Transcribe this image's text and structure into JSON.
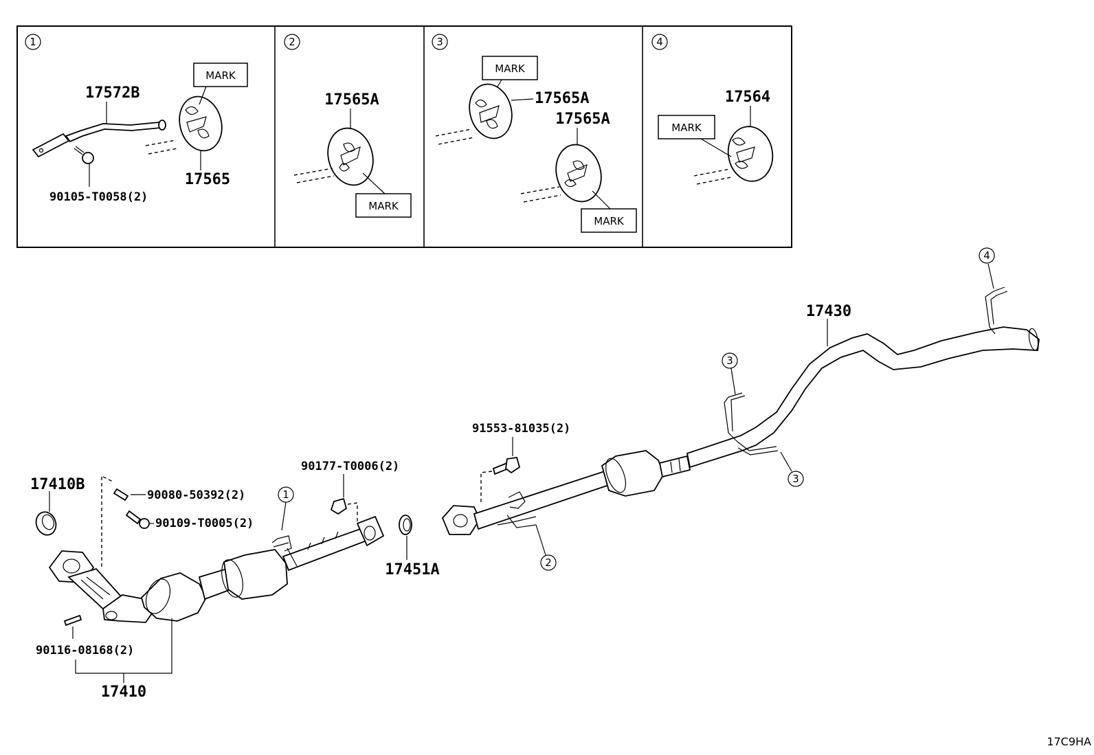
{
  "detail_panels": [
    {
      "num": "1",
      "parts": [
        "17572B",
        "17565",
        "90105-T0058(2)"
      ],
      "mark": "MARK"
    },
    {
      "num": "2",
      "parts": [
        "17565A"
      ],
      "mark": "MARK"
    },
    {
      "num": "3",
      "parts": [
        "17565A",
        "17565A"
      ],
      "mark": "MARK",
      "mark2": "MARK"
    },
    {
      "num": "4",
      "parts": [
        "17564"
      ],
      "mark": "MARK"
    }
  ],
  "main_labels": {
    "p17410B": "17410B",
    "p90080": "90080-50392(2)",
    "p90109": "90109-T0005(2)",
    "p90177": "90177-T0006(2)",
    "p17451A": "17451A",
    "p90116": "90116-08168(2)",
    "p17410": "17410",
    "p91553": "91553-81035(2)",
    "p17430": "17430"
  },
  "callouts": {
    "c1": "1",
    "c2": "2",
    "c3a": "3",
    "c3b": "3",
    "c4": "4"
  },
  "diagram_code": "17C9HA"
}
